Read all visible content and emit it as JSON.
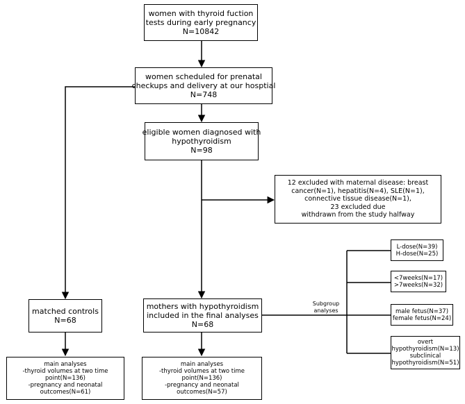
{
  "nodes": {
    "tested": {
      "lines": [
        "women with thyroid fuction",
        "tests during early pregnancy",
        "N=10842"
      ]
    },
    "scheduled": {
      "lines": [
        "women scheduled for prenatal",
        "checkups and delivery at our hosptial",
        "N=748"
      ]
    },
    "eligible": {
      "lines": [
        "eligible women diagnosed with",
        "hypothyroidism",
        "N=98"
      ]
    },
    "excluded": {
      "lines": [
        "12 excluded with maternal disease: breast",
        "cancer(N=1), hepatitis(N=4), SLE(N=1),",
        "connective tissue disease(N=1),",
        "23 excluded due",
        "withdrawn from the study halfway"
      ]
    },
    "controls": {
      "lines": [
        "matched controls",
        "N=68"
      ]
    },
    "final": {
      "lines": [
        "mothers with hypothyroidism",
        "included in the final analyses",
        "N=68"
      ]
    },
    "dose": {
      "lines": [
        "L-dose(N=39)",
        "H-dose(N=25)"
      ]
    },
    "weeks": {
      "lines": [
        "<7weeks(N=17)",
        ">7weeks(N=32)"
      ]
    },
    "fetus": {
      "lines": [
        "male fetus(N=37)",
        "female fetus(N=24)"
      ]
    },
    "type": {
      "lines": [
        "overt",
        "hypothyroidism(N=13)",
        "subclinical",
        "hypothyroidism(N=51)"
      ]
    },
    "controls_analyses": {
      "lines": [
        "main analyses",
        "-thyroid volumes at two time",
        "point(N=136)",
        "-pregnancy and neonatal",
        "outcomes(N=61)"
      ]
    },
    "final_analyses": {
      "lines": [
        "main analyses",
        "-thyroid volumes at two time",
        "point(N=136)",
        "-pregnancy and neonatal",
        "outcomes(N=57)"
      ]
    }
  },
  "subgroup_label": {
    "lines": [
      "Subgroup",
      "analyses"
    ]
  },
  "colors": {
    "line": "#000000",
    "box_border": "#000000",
    "background": "#ffffff"
  }
}
